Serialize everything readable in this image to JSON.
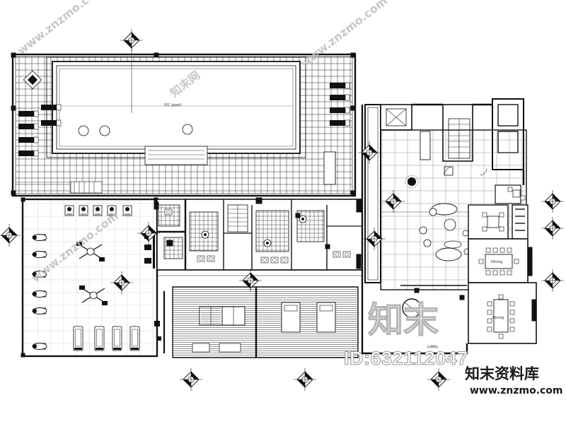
{
  "drawing": {
    "room_label_pool": "P/C (pool)",
    "room_label_lobby": "Lobby",
    "room_label_dining_a": "Dining",
    "room_label_dining_b": "Dining"
  },
  "watermark": {
    "id_text": "ID:632112047",
    "brand_cn": "知末资料库",
    "url": "www.znzmo.com",
    "logo_cn": "知末",
    "diag_1": "www.znzmo.com",
    "diag_2": "www.znzmo.com",
    "diag_3": "www.znzmo.com",
    "diag_4": "知末网"
  }
}
